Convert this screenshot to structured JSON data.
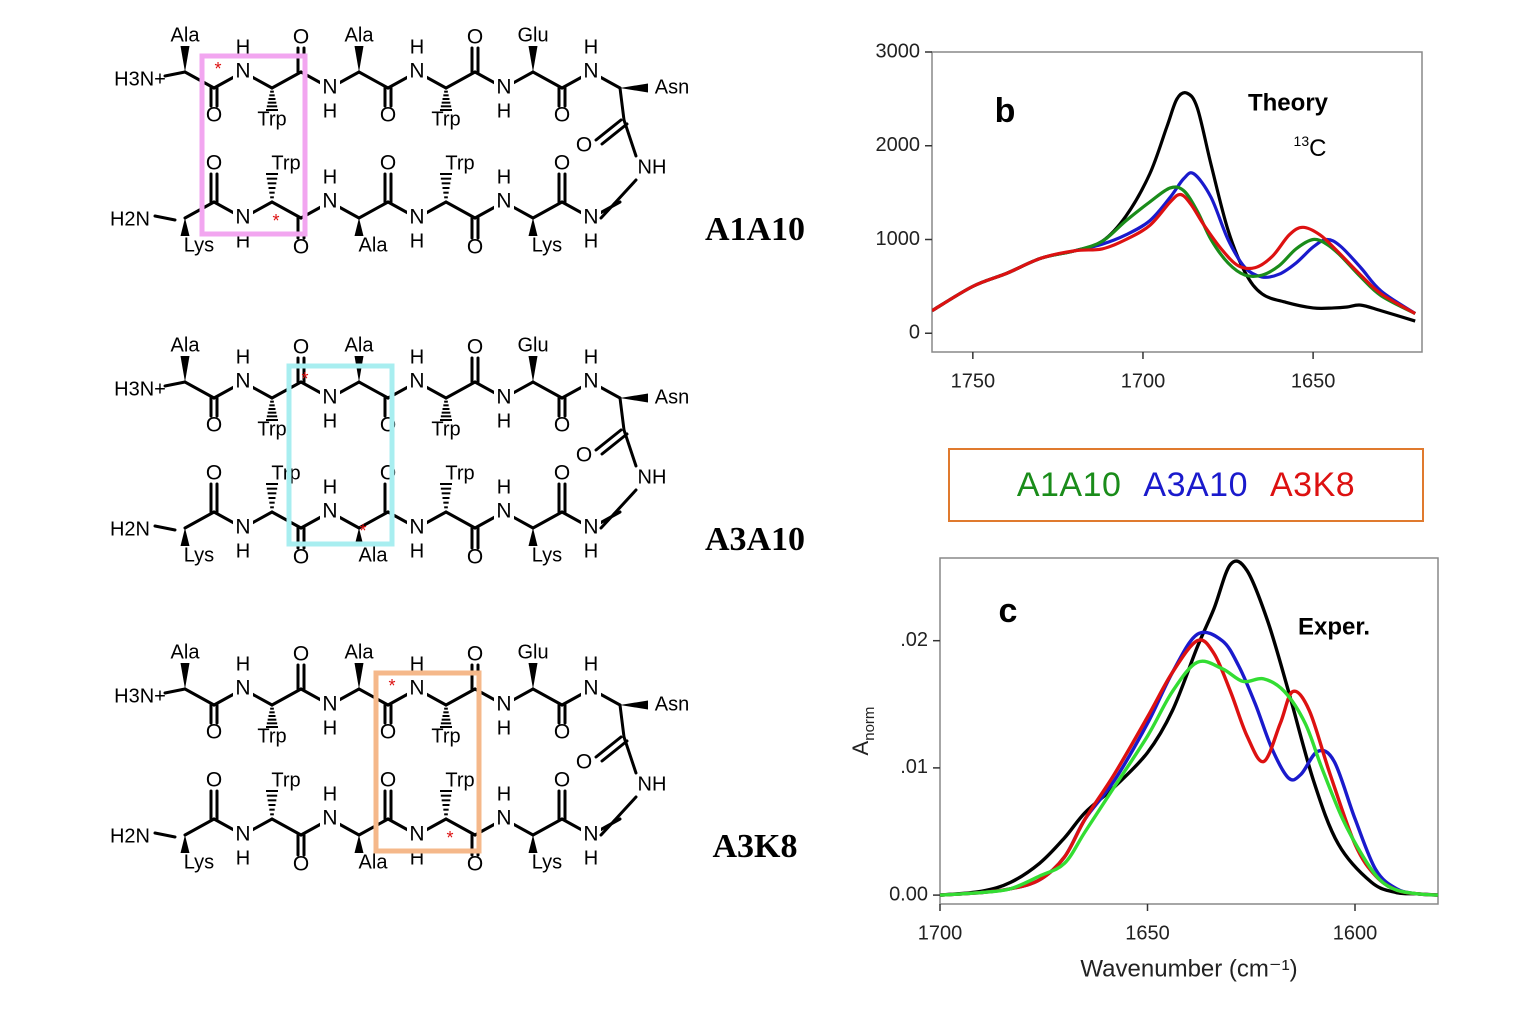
{
  "molecules": [
    {
      "id": "A1A10",
      "label": "A1A10",
      "box_color": "#f2a6f0",
      "top_residues": [
        "Ala",
        "Trp",
        "Ala",
        "Trp",
        "Glu",
        "Asn"
      ],
      "bottom_residues": [
        "Lys",
        "Trp",
        "Ala",
        "Trp",
        "Lys"
      ],
      "n_terminus": "H3N+",
      "c_terminus": "H2N"
    },
    {
      "id": "A3A10",
      "label": "A3A10",
      "box_color": "#a8eef0",
      "top_residues": [
        "Ala",
        "Trp",
        "Ala",
        "Trp",
        "Glu",
        "Asn"
      ],
      "bottom_residues": [
        "Lys",
        "Trp",
        "Ala",
        "Trp",
        "Lys"
      ],
      "n_terminus": "H3N+",
      "c_terminus": "H2N"
    },
    {
      "id": "A3K8",
      "label": "A3K8",
      "box_color": "#f5b88a",
      "top_residues": [
        "Ala",
        "Trp",
        "Ala",
        "Trp",
        "Glu",
        "Asn"
      ],
      "bottom_residues": [
        "Lys",
        "Trp",
        "Ala",
        "Trp",
        "Lys"
      ],
      "n_terminus": "H3N+",
      "c_terminus": "H2N"
    }
  ],
  "atom_labels": {
    "N": "N",
    "H": "H",
    "O": "O",
    "NH": "NH",
    "star": "*"
  },
  "legend": {
    "items": [
      {
        "name": "A1A10",
        "color": "#1a8c1a"
      },
      {
        "name": "A3A10",
        "color": "#1a1acc"
      },
      {
        "name": "A3K8",
        "color": "#dd1111"
      }
    ],
    "border_color": "#e07a2e"
  },
  "chart_data": [
    {
      "type": "line",
      "panel_label": "b",
      "annotation": "Theory",
      "annotation2": "13C",
      "xlabel": "",
      "ylabel": "",
      "xlim": [
        1762,
        1618
      ],
      "ylim": [
        -200,
        3000
      ],
      "xticks": [
        1750,
        1700,
        1650
      ],
      "yticks": [
        0,
        1000,
        2000,
        3000
      ],
      "xtick_labels": [
        "1750",
        "1700",
        "1650"
      ],
      "ytick_labels": [
        "0",
        "1000",
        "2000",
        "3000"
      ],
      "grid": false,
      "series": [
        {
          "color": "#000000",
          "x": [
            1762,
            1750,
            1740,
            1730,
            1720,
            1712,
            1705,
            1698,
            1693,
            1690,
            1687,
            1684,
            1680,
            1675,
            1670,
            1665,
            1658,
            1650,
            1644,
            1640,
            1636,
            1630,
            1620
          ],
          "y": [
            240,
            500,
            640,
            800,
            880,
            980,
            1250,
            1700,
            2200,
            2500,
            2560,
            2400,
            1800,
            1100,
            650,
            420,
            330,
            270,
            270,
            280,
            300,
            240,
            130
          ]
        },
        {
          "color": "#1a1acc",
          "x": [
            1762,
            1750,
            1740,
            1730,
            1720,
            1712,
            1705,
            1698,
            1692,
            1688,
            1685,
            1680,
            1675,
            1670,
            1665,
            1660,
            1655,
            1650,
            1646,
            1642,
            1636,
            1630,
            1620
          ],
          "y": [
            240,
            500,
            640,
            800,
            880,
            950,
            1050,
            1200,
            1450,
            1650,
            1700,
            1450,
            1000,
            700,
            600,
            630,
            750,
            920,
            1000,
            930,
            700,
            450,
            210
          ]
        },
        {
          "color": "#1a8c1a",
          "x": [
            1762,
            1750,
            1740,
            1730,
            1720,
            1712,
            1705,
            1698,
            1692,
            1688,
            1684,
            1680,
            1675,
            1670,
            1665,
            1660,
            1655,
            1650,
            1646,
            1642,
            1636,
            1630,
            1620
          ],
          "y": [
            240,
            500,
            640,
            800,
            880,
            980,
            1200,
            1400,
            1550,
            1520,
            1300,
            1000,
            750,
            620,
            620,
            720,
            900,
            1000,
            950,
            830,
            600,
            400,
            210
          ]
        },
        {
          "color": "#dd1111",
          "x": [
            1762,
            1750,
            1740,
            1730,
            1720,
            1712,
            1705,
            1698,
            1692,
            1689,
            1686,
            1682,
            1677,
            1672,
            1667,
            1662,
            1657,
            1653,
            1648,
            1643,
            1636,
            1630,
            1620
          ],
          "y": [
            240,
            500,
            640,
            800,
            880,
            900,
            1000,
            1150,
            1400,
            1480,
            1380,
            1150,
            900,
            720,
            700,
            820,
            1050,
            1130,
            1050,
            880,
            620,
            420,
            210
          ]
        }
      ]
    },
    {
      "type": "line",
      "panel_label": "c",
      "annotation": "Exper.",
      "xlabel": "Wavenumber (cm⁻¹)",
      "ylabel": "Anorm",
      "xlim": [
        1700,
        1580
      ],
      "ylim": [
        -0.0007,
        0.0265
      ],
      "xticks": [
        1700,
        1650,
        1600
      ],
      "yticks": [
        0.0,
        0.01,
        0.02
      ],
      "xtick_labels": [
        "1700",
        "1650",
        "1600"
      ],
      "ytick_labels": [
        "0.00",
        ".01",
        ".02"
      ],
      "grid": false,
      "series": [
        {
          "color": "#000000",
          "x": [
            1700,
            1690,
            1683,
            1676,
            1670,
            1665,
            1658,
            1650,
            1644,
            1638,
            1634,
            1630,
            1626,
            1621,
            1616,
            1610,
            1604,
            1596,
            1590,
            1585,
            1580
          ],
          "y": [
            0,
            0.0003,
            0.001,
            0.0025,
            0.0045,
            0.0065,
            0.0085,
            0.0112,
            0.0145,
            0.0195,
            0.0225,
            0.026,
            0.0255,
            0.0215,
            0.016,
            0.009,
            0.004,
            0.001,
            0.0002,
            0.0001,
            0
          ]
        },
        {
          "color": "#1a1acc",
          "x": [
            1700,
            1690,
            1683,
            1676,
            1670,
            1665,
            1658,
            1650,
            1644,
            1638,
            1632,
            1628,
            1624,
            1620,
            1616,
            1613,
            1609,
            1605,
            1600,
            1595,
            1590,
            1585,
            1580
          ],
          "y": [
            0,
            0.0002,
            0.0005,
            0.0012,
            0.003,
            0.006,
            0.009,
            0.0135,
            0.0175,
            0.0205,
            0.02,
            0.018,
            0.015,
            0.0115,
            0.0092,
            0.0095,
            0.0113,
            0.0105,
            0.006,
            0.002,
            0.0005,
            0.0001,
            0
          ]
        },
        {
          "color": "#dd1111",
          "x": [
            1700,
            1690,
            1683,
            1676,
            1670,
            1665,
            1658,
            1650,
            1644,
            1638,
            1634,
            1630,
            1626,
            1622,
            1618,
            1615,
            1611,
            1606,
            1600,
            1595,
            1590,
            1585,
            1580
          ],
          "y": [
            0,
            0.0002,
            0.0005,
            0.0012,
            0.003,
            0.006,
            0.0095,
            0.014,
            0.0175,
            0.02,
            0.019,
            0.016,
            0.0125,
            0.0105,
            0.0135,
            0.016,
            0.0145,
            0.0095,
            0.004,
            0.0015,
            0.0004,
            0.0001,
            0
          ]
        },
        {
          "color": "#33dd33",
          "x": [
            1700,
            1690,
            1683,
            1676,
            1670,
            1665,
            1658,
            1650,
            1644,
            1638,
            1632,
            1627,
            1622,
            1617,
            1612,
            1608,
            1603,
            1598,
            1594,
            1590,
            1585,
            1580
          ],
          "y": [
            0,
            0.0002,
            0.0005,
            0.0015,
            0.0025,
            0.005,
            0.0085,
            0.0125,
            0.016,
            0.0183,
            0.0178,
            0.0168,
            0.017,
            0.016,
            0.0135,
            0.01,
            0.006,
            0.003,
            0.0012,
            0.0004,
            0.0001,
            0
          ]
        }
      ]
    }
  ]
}
